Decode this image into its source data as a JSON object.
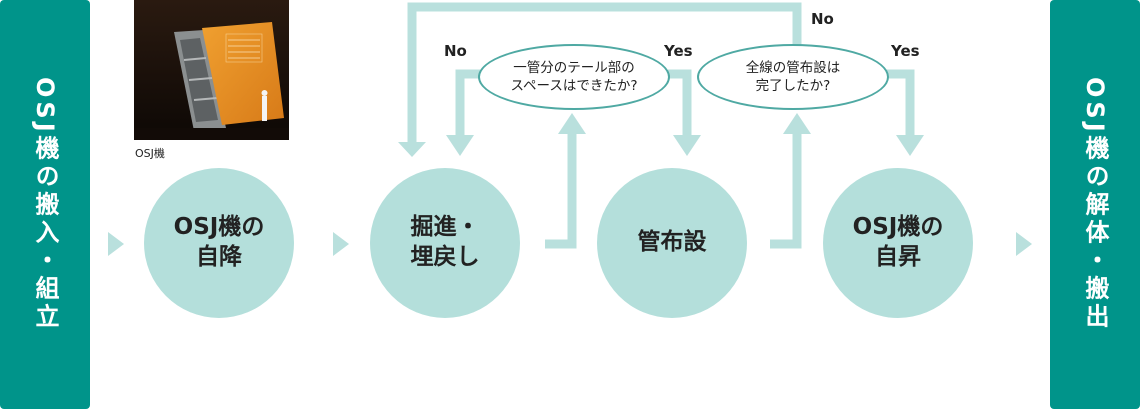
{
  "colors": {
    "primary": "#00948a",
    "circle": "#b4dfdb",
    "arrow": "#b9e0dd",
    "oval_border": "#4fa9a3"
  },
  "left_panel": {
    "text": "OSJ機の搬入・組立"
  },
  "right_panel": {
    "text": "OSJ機の解体・搬出"
  },
  "photo": {
    "caption": "OSJ機"
  },
  "steps": [
    {
      "line1": "OSJ機の",
      "line2": "自降"
    },
    {
      "line1": "掘進・",
      "line2": "埋戻し"
    },
    {
      "line1": "管布設",
      "line2": ""
    },
    {
      "line1": "OSJ機の",
      "line2": "自昇"
    }
  ],
  "decisions": [
    {
      "line1": "一管分のテール部の",
      "line2": "スペースはできたか?",
      "no": "No",
      "yes": "Yes"
    },
    {
      "line1": "全線の管布設は",
      "line2": "完了したか?",
      "no": "No",
      "yes": "Yes"
    }
  ]
}
